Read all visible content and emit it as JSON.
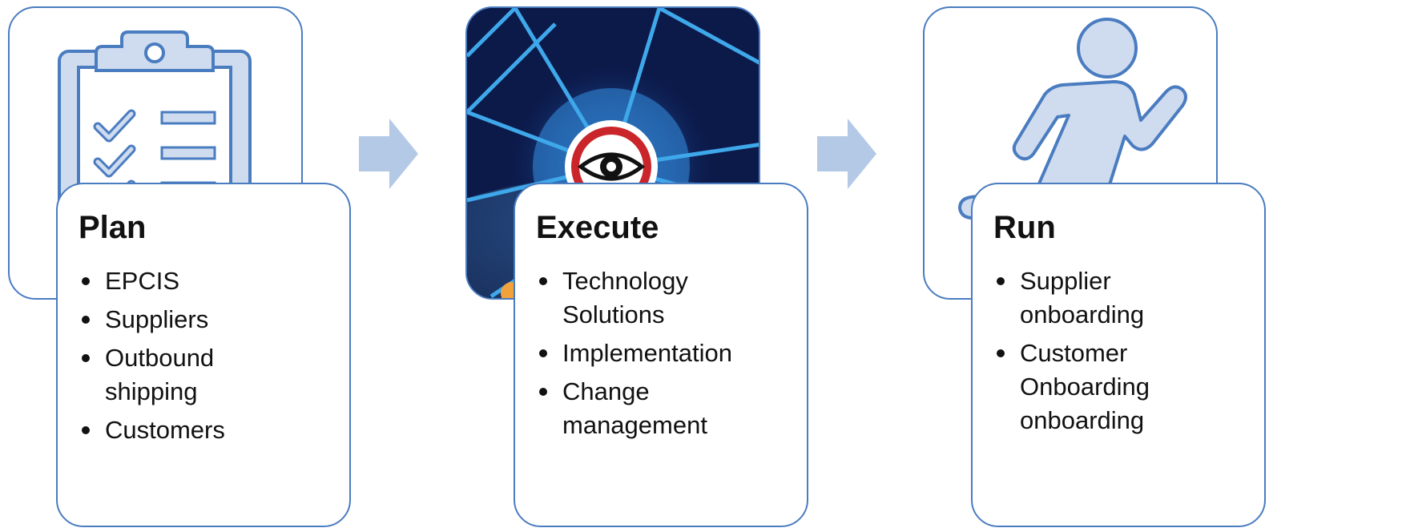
{
  "steps": [
    {
      "icon": "clipboard-checklist-icon",
      "title": "Plan",
      "bullets": [
        "EPCIS",
        "Suppliers",
        "Outbound\nshipping",
        "Customers"
      ]
    },
    {
      "icon": "target-eye-network-icon",
      "title": "Execute",
      "bullets": [
        "Technology\nSolutions",
        "Implementation",
        "Change\nmanagement"
      ]
    },
    {
      "icon": "running-person-icon",
      "title": "Run",
      "bullets": [
        "Supplier\nonboarding",
        "Customer\nOnboarding\nonboarding"
      ]
    }
  ],
  "colors": {
    "outline": "#4a7cc0",
    "icon_fill": "#cfdcef",
    "arrow": "#b4c9e6",
    "dark_bg": "#0c1a4a",
    "target_red": "#c9252a"
  }
}
